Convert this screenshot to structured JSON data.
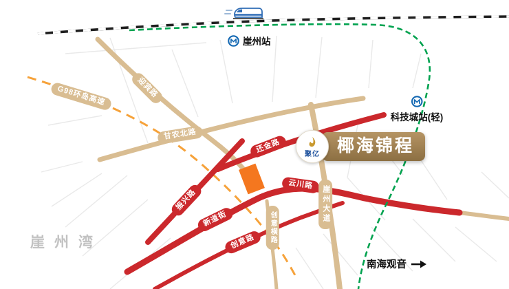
{
  "map": {
    "stations": {
      "yazhou": {
        "label": "崖州站"
      },
      "tech_city": {
        "label": "科技城站(轻)"
      }
    },
    "roads": {
      "g98": "G98环岛高速",
      "yingbin": "迎宾路",
      "gannong_north": "甘农北路",
      "huanjin": "还金路",
      "zhenxing": "振兴路",
      "xindao": "新道街",
      "yunchuan": "云川路",
      "chuangyi": "创意路",
      "yazhou_avenue": "崖州大道",
      "chuangyi_heng": "创意横路"
    },
    "landmarks": {
      "bay": "崖州湾",
      "guanyin": "南海观音"
    }
  },
  "badge": {
    "brand": "聚亿",
    "project": "椰海锦程"
  },
  "colors": {
    "road_tan": "#d9bd92",
    "road_red": "#cb282c",
    "rail_green": "#00a24f",
    "highway_orange": "#f6a23a",
    "railway_dark": "#1f1f1f",
    "marker_orange": "#f4771f",
    "badge_gold": "#a3824e",
    "metro_blue": "#1569b3",
    "bay_gray": "#c2c2c2"
  },
  "icons": {
    "train": "high-speed-train-icon",
    "metro": "metro-station-icon",
    "arrow": "right-arrow-icon"
  }
}
